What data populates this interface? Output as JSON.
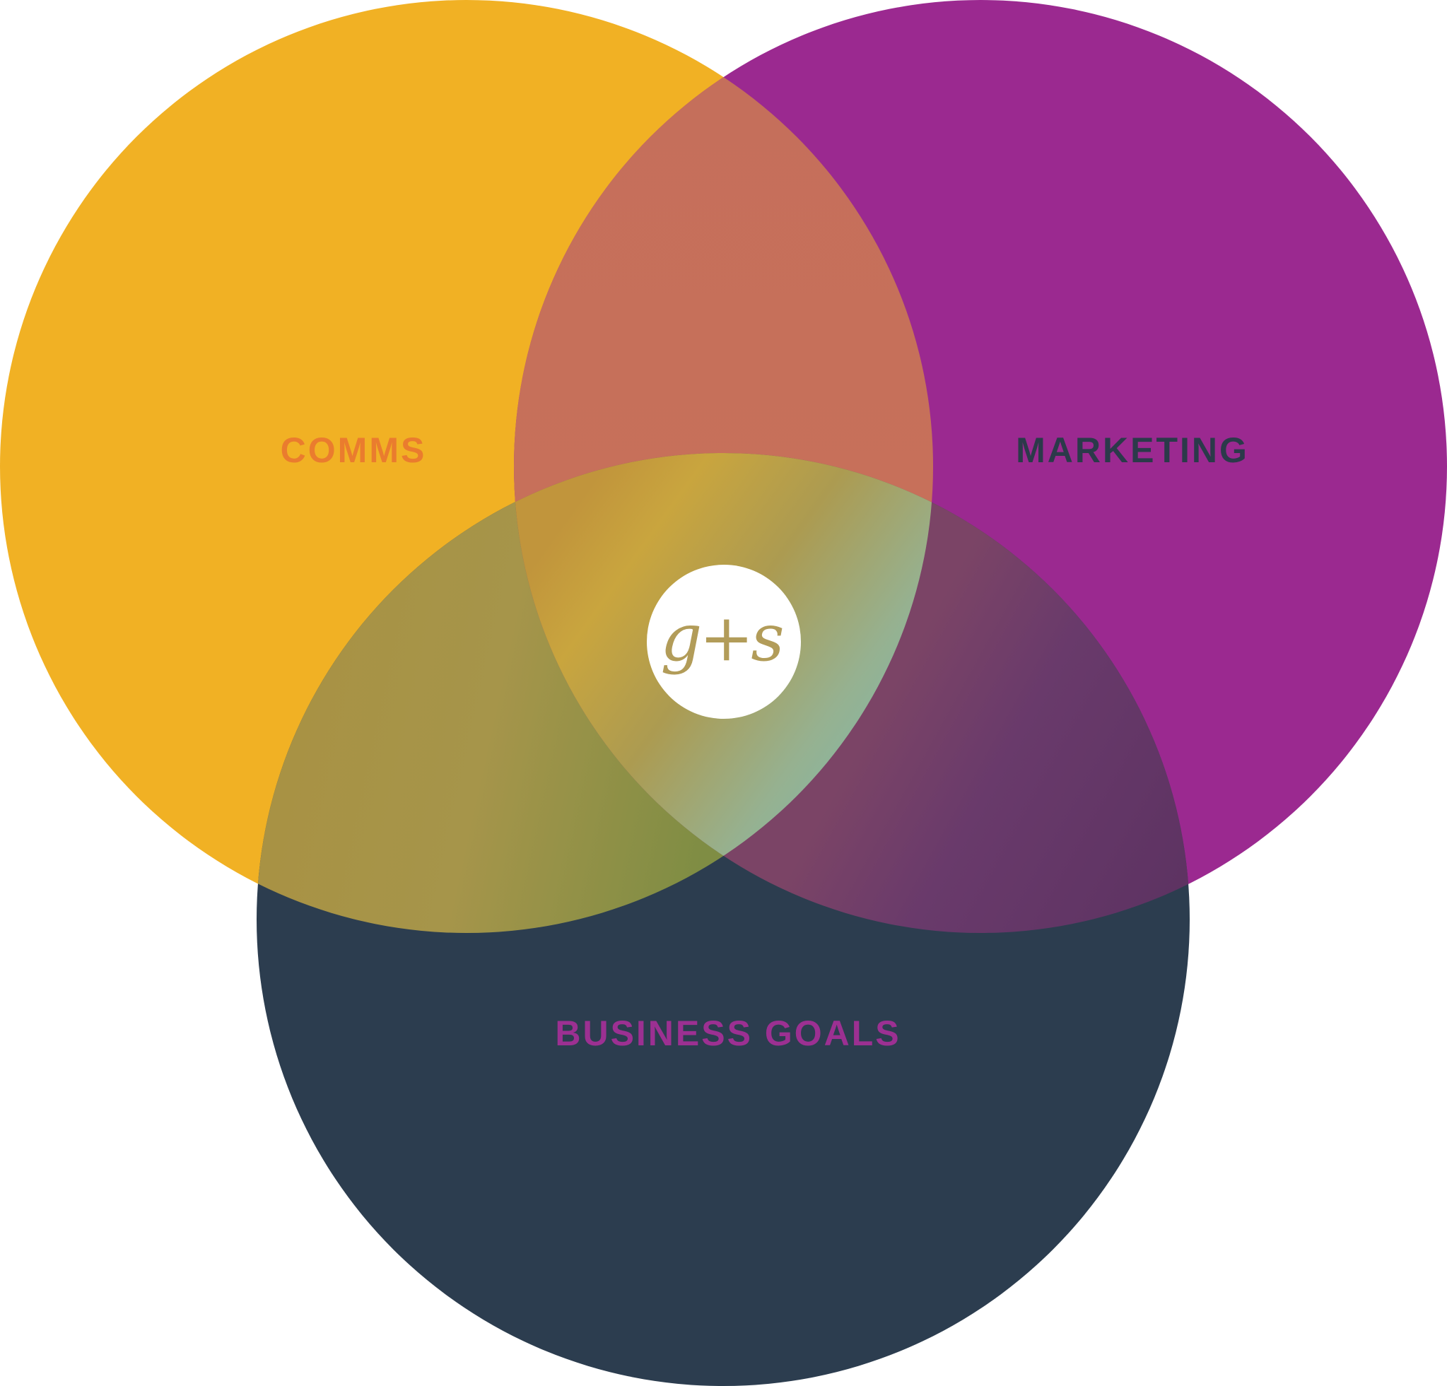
{
  "diagram": {
    "type": "venn-3-circle",
    "circles": [
      {
        "id": "comms",
        "label": "COMMS",
        "fill": "#F1B124",
        "label_color": "#EA7C2E"
      },
      {
        "id": "marketing",
        "label": "MARKETING",
        "fill": "#9B2990",
        "label_color": "#2B3A4A"
      },
      {
        "id": "business-goals",
        "label": "BUSINESS GOALS",
        "fill": "#2C3D4F",
        "label_color": "#9C3092"
      }
    ],
    "overlap_colors": {
      "comms_marketing": "#C7705A",
      "comms_business": "#A6954A",
      "marketing_business": "#693A6B",
      "center_blend": [
        "#C59E3B",
        "#AE9C50",
        "#84B8A8"
      ]
    },
    "center_logo": {
      "text": "g+s",
      "color": "#B29C59",
      "background": "#FFFFFF"
    }
  }
}
